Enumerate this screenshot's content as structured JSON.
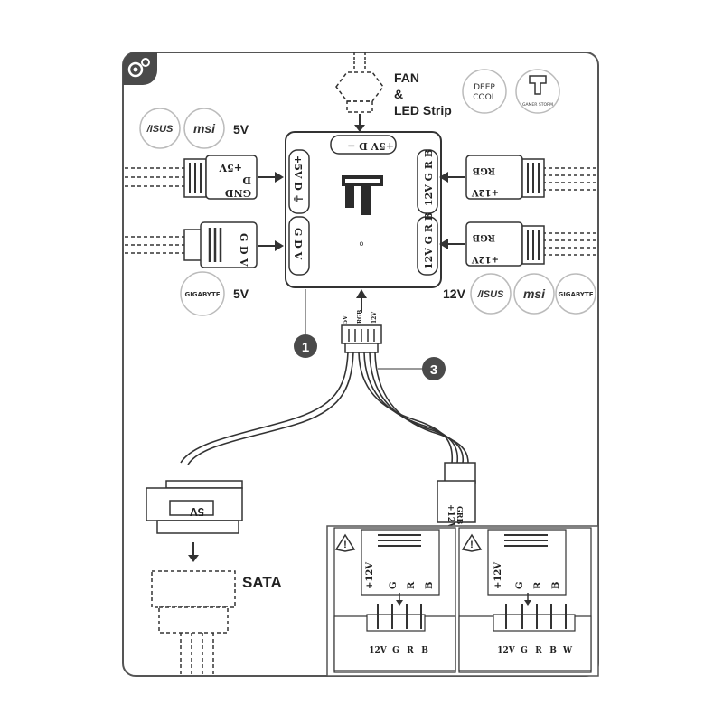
{
  "labels": {
    "fan": "FAN",
    "amp": "&",
    "led_strip": "LED Strip",
    "v5_top": "5V",
    "v5_bottom": "5V",
    "v12_bottom": "12V",
    "sata": "SATA"
  },
  "brands": {
    "asus": "/ISUS",
    "msi": "msi",
    "gigabyte": "GIGABYTE",
    "deepcool_1": "DEEP",
    "deepcool_2": "COOL",
    "gamerstorm": "GAMER STORM"
  },
  "hub": {
    "top_port": "+5V D −",
    "left_upper_port": "+5V D ⏚",
    "left_lower_port": "G D V",
    "right_upper_port": "12V G R B",
    "right_lower_port": "12V G R B",
    "indicator": "o"
  },
  "connectors": {
    "left_upper_pins": [
      "+5V",
      "D",
      "GND"
    ],
    "left_lower_pins": [
      "G",
      "D",
      "V"
    ],
    "right_upper_pins": [
      "RGB",
      "+12V"
    ],
    "right_lower_pins": [
      "RGB",
      "+12V"
    ],
    "bottom_pins": [
      "5V",
      "RGB",
      "12V"
    ],
    "sata_plug": "5V",
    "rgb_plug_1": "+12V",
    "rgb_plug_2": "GRB"
  },
  "callouts": {
    "one": "1",
    "three": "3"
  },
  "panels": {
    "left": {
      "pins_vertical": [
        "+12V",
        "G",
        "R",
        "B"
      ],
      "pins_bottom": [
        "12V",
        "G",
        "R",
        "B"
      ]
    },
    "right": {
      "pins_vertical": [
        "+12V",
        "G",
        "R",
        "B"
      ],
      "pins_bottom": [
        "12V",
        "G",
        "R",
        "B",
        "W"
      ]
    },
    "warning_icon": "!"
  },
  "colors": {
    "border": "#555555",
    "line": "#333333",
    "fill_light": "#f2f2f2",
    "fill_dark": "#2b2b2b",
    "callout": "#4a4a4a"
  },
  "icons": {
    "settings": "gear-icon",
    "warning": "warning-icon"
  }
}
